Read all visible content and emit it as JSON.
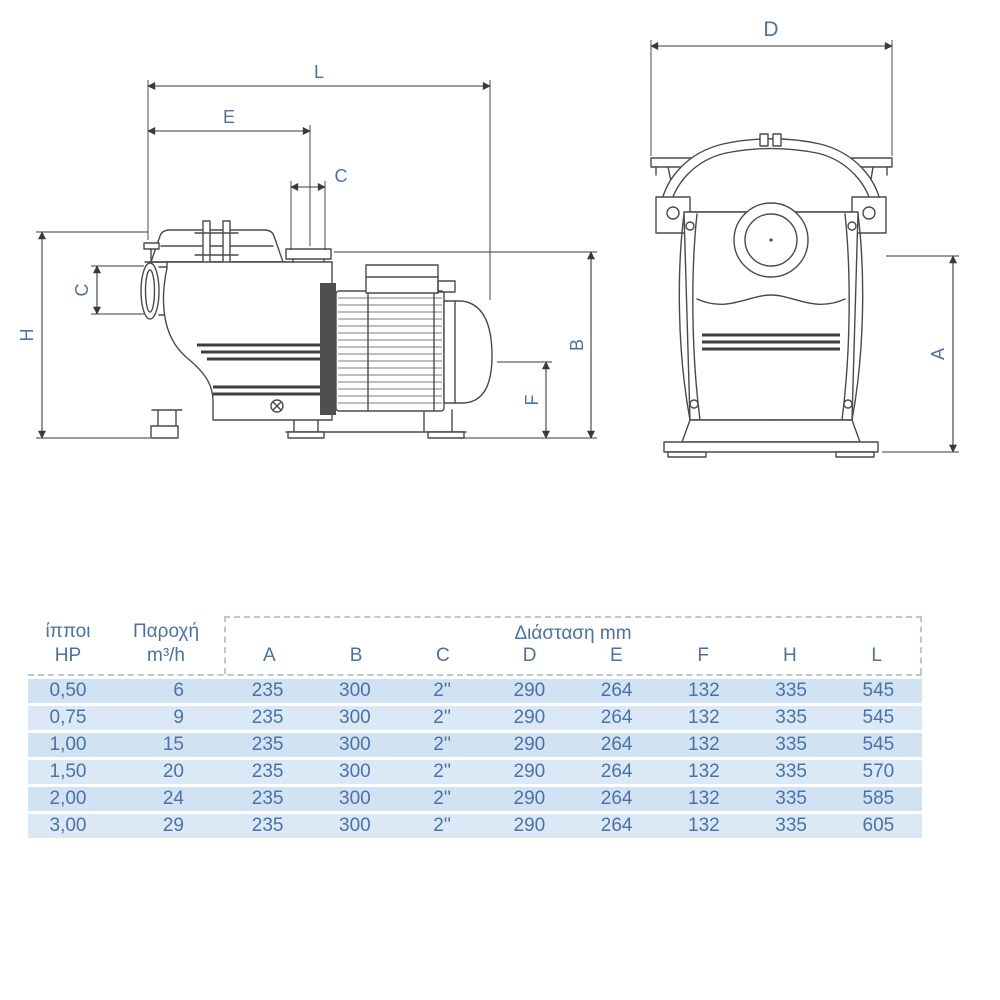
{
  "colors": {
    "accent_blue": "#4a72a8",
    "row_fill": "#d1e2f2",
    "row_fill_alt": "#dbe9f6",
    "dashed_border": "#b7c9de",
    "line_art": "#4a4a4a"
  },
  "diagram": {
    "side": {
      "L": "L",
      "E": "E",
      "C_top": "C",
      "C_side": "C",
      "H": "H",
      "B": "B",
      "F": "F"
    },
    "front": {
      "D": "D",
      "A": "A"
    }
  },
  "table": {
    "hp_header": {
      "line1": "ίπποι",
      "line2": "HP"
    },
    "flow_header": {
      "line1": "Παροχή",
      "line2": "m³/h"
    },
    "group_header": "Διάσταση mm",
    "dim_columns": [
      "A",
      "B",
      "C",
      "D",
      "E",
      "F",
      "H",
      "L"
    ],
    "rows": [
      {
        "hp": "0,50",
        "flow": "6",
        "dims": [
          "235",
          "300",
          "2''",
          "290",
          "264",
          "132",
          "335",
          "545"
        ]
      },
      {
        "hp": "0,75",
        "flow": "9",
        "dims": [
          "235",
          "300",
          "2''",
          "290",
          "264",
          "132",
          "335",
          "545"
        ]
      },
      {
        "hp": "1,00",
        "flow": "15",
        "dims": [
          "235",
          "300",
          "2''",
          "290",
          "264",
          "132",
          "335",
          "545"
        ]
      },
      {
        "hp": "1,50",
        "flow": "20",
        "dims": [
          "235",
          "300",
          "2''",
          "290",
          "264",
          "132",
          "335",
          "570"
        ]
      },
      {
        "hp": "2,00",
        "flow": "24",
        "dims": [
          "235",
          "300",
          "2''",
          "290",
          "264",
          "132",
          "335",
          "585"
        ]
      },
      {
        "hp": "3,00",
        "flow": "29",
        "dims": [
          "235",
          "300",
          "2''",
          "290",
          "264",
          "132",
          "335",
          "605"
        ]
      }
    ]
  }
}
